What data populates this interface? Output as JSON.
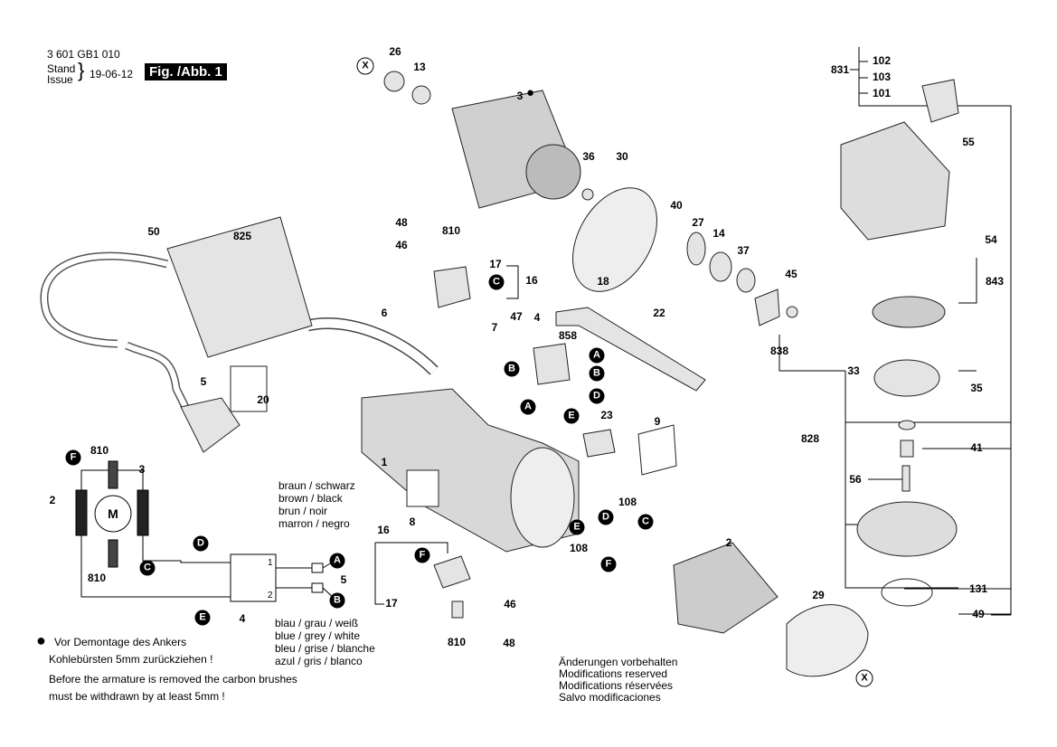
{
  "header": {
    "part_number": "3 601 GB1 010",
    "stand_label": "Stand",
    "issue_label": "Issue",
    "date": "19-06-12",
    "figure": "Fig. /Abb. 1"
  },
  "wire_colors": {
    "top": [
      "braun   / schwarz",
      "brown   / black",
      "brun     / noir",
      "marron / negro"
    ],
    "bottom": [
      "blau / grau / weiß",
      "blue / grey  / white",
      "bleu / grise / blanche",
      "azul / gris   / blanco"
    ]
  },
  "notes": {
    "de_1": "Vor Demontage des Ankers",
    "de_2": "Kohlebürsten 5mm zurückziehen !",
    "en_1": "Before the armature is removed the carbon brushes",
    "en_2": "must be withdrawn by at least 5mm !",
    "mods": [
      "Änderungen vorbehalten",
      "Modifications reserved",
      "Modifications réservées",
      "Salvo modificaciones"
    ]
  },
  "markers": {
    "A": "A",
    "B": "B",
    "C": "C",
    "D": "D",
    "E": "E",
    "F": "F",
    "X": "X",
    "M": "M"
  },
  "parts": {
    "p1": "1",
    "p2": "2",
    "p3": "3",
    "p4": "4",
    "p5": "5",
    "p6": "6",
    "p7": "7",
    "p8": "8",
    "p9": "9",
    "p13": "13",
    "p14": "14",
    "p16": "16",
    "p17": "17",
    "p18": "18",
    "p20": "20",
    "p22": "22",
    "p23": "23",
    "p26": "26",
    "p27": "27",
    "p29": "29",
    "p30": "30",
    "p33": "33",
    "p35": "35",
    "p36": "36",
    "p37": "37",
    "p40": "40",
    "p41": "41",
    "p45": "45",
    "p46": "46",
    "p47": "47",
    "p48": "48",
    "p49": "49",
    "p50": "50",
    "p54": "54",
    "p55": "55",
    "p56": "56",
    "p101": "101",
    "p102": "102",
    "p103": "103",
    "p108": "108",
    "p131": "131",
    "p810": "810",
    "p825": "825",
    "p828": "828",
    "p831": "831",
    "p838": "838",
    "p843": "843",
    "p858": "858"
  }
}
